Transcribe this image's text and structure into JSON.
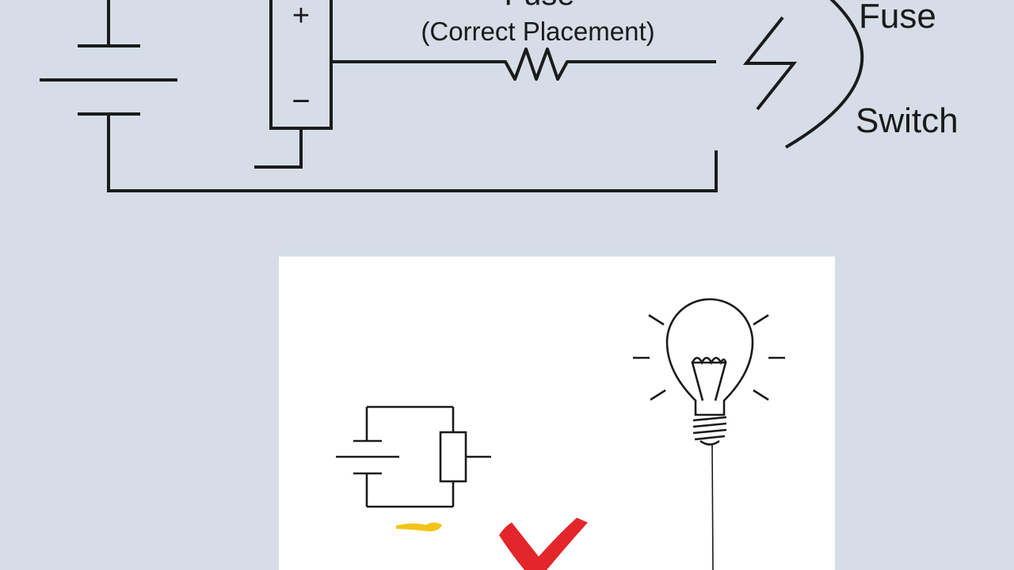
{
  "diagram": {
    "title_partial": "Fuse",
    "fuse_caption": "(Correct Placement)",
    "label_fuse": "Fuse",
    "label_switch": "Switch",
    "battery_plus": "+",
    "battery_minus": "−"
  },
  "colors": {
    "background": "#d6dde6",
    "panel": "#ffffff",
    "ink": "#1b1b1b",
    "check_mark": "#e3262b",
    "highlighter": "#f2c418"
  },
  "icons": [
    "cell-battery-icon",
    "resistor-icon",
    "switch-bolt-icon",
    "light-bulb-icon",
    "check-mark-icon"
  ]
}
